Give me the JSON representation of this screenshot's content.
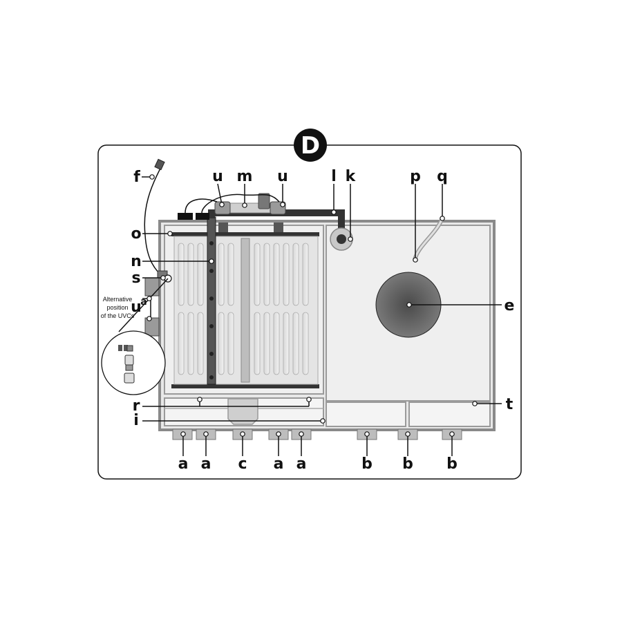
{
  "figure": {
    "badge": "D",
    "note": [
      "Alternative",
      "position",
      "of the UVCs"
    ],
    "labels": {
      "f": "f",
      "u1": "u",
      "m": "m",
      "u2": "u",
      "l": "l",
      "k": "k",
      "p": "p",
      "q": "q",
      "o": "o",
      "n": "n",
      "s": "s",
      "ua": "u",
      "ua_sup": "a",
      "e": "e",
      "r": "r",
      "t": "t",
      "i": "i",
      "a1": "a",
      "a2": "a",
      "c": "c",
      "a3": "a",
      "a4": "a",
      "b1": "b",
      "b2": "b",
      "b3": "b"
    }
  }
}
